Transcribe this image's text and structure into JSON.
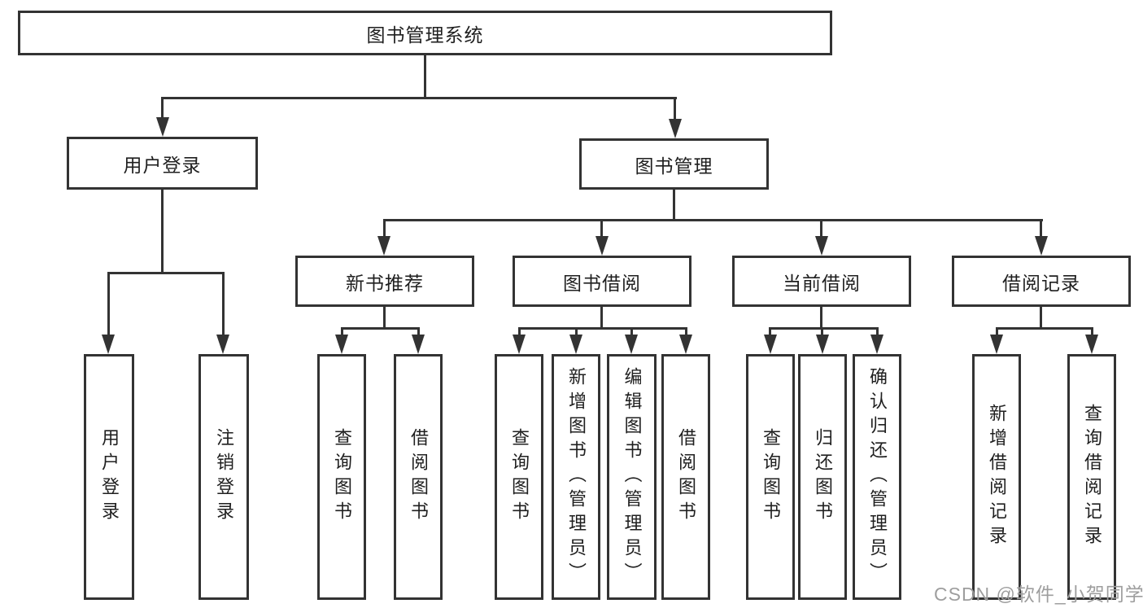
{
  "diagram": {
    "root": "图书管理系统",
    "branches": {
      "user": {
        "label": "用户登录",
        "children": [
          "用户登录",
          "注销登录"
        ]
      },
      "book": {
        "label": "图书管理",
        "sections": {
          "recommend": {
            "label": "新书推荐",
            "children": [
              "查询图书",
              "借阅图书"
            ]
          },
          "borrow": {
            "label": "图书借阅",
            "children": [
              "查询图书",
              "新增图书（管理员）",
              "编辑图书（管理员）",
              "借阅图书"
            ]
          },
          "current": {
            "label": "当前借阅",
            "children": [
              "查询图书",
              "归还图书",
              "确认归还（管理员）"
            ]
          },
          "records": {
            "label": "借阅记录",
            "children": [
              "新增借阅记录",
              "查询借阅记录"
            ]
          }
        }
      }
    }
  },
  "watermark": "CSDN @软件_小贺同学",
  "colors": {
    "line": "#333333",
    "text": "#1f1f1f",
    "watermark": "#9e9e9e",
    "background": "#ffffff"
  }
}
